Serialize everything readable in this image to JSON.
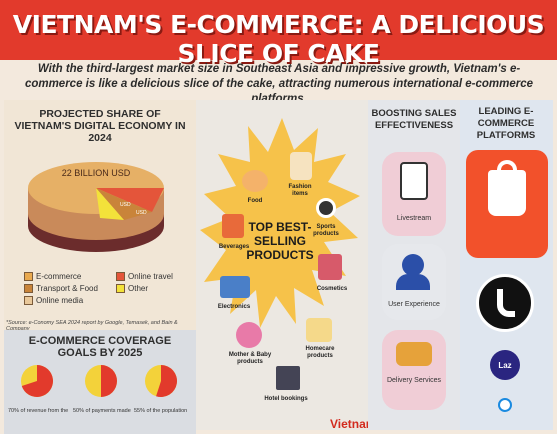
{
  "title": "VIETNAM'S E-COMMERCE: A DELICIOUS SLICE OF CAKE",
  "subtitle": "With the third-largest market size in Southeast Asia and impressive growth, Vietnam's e-commerce is like a delicious slice of the cake, attracting numerous international e-commerce platforms.",
  "projected": {
    "heading": "PROJECTED SHARE OF VIETNAM'S DIGITAL ECONOMY IN 2024",
    "total_label": "22 BILLION USD",
    "slice_labels": [
      "USD",
      "USD"
    ],
    "legend": [
      {
        "label": "E-commerce",
        "color": "#e9a94f"
      },
      {
        "label": "Transport & Food",
        "color": "#c9843a"
      },
      {
        "label": "Online media",
        "color": "#e9c89a"
      },
      {
        "label": "Online travel",
        "color": "#e4553a"
      },
      {
        "label": "Other",
        "color": "#f3e23a"
      }
    ],
    "source": "*Source: e-Conomy SEA 2024 report by Google, Temasek, and Bain & Company"
  },
  "goals": {
    "heading": "E-COMMERCE COVERAGE GOALS BY 2025",
    "items": [
      {
        "label": "70% of revenue from the",
        "percent": 70
      },
      {
        "label": "50% of payments made",
        "percent": 50
      },
      {
        "label": "55% of the population",
        "percent": 55
      }
    ]
  },
  "products": {
    "center_title": "TOP BEST-SELLING PRODUCTS",
    "items": [
      "Food",
      "Fashion items",
      "Sports products",
      "Beverages",
      "Cosmetics",
      "Electronics",
      "Homecare products",
      "Mother & Baby products",
      "Hotel bookings"
    ]
  },
  "boosting": {
    "heading": "BOOSTING SALES EFFECTIVENESS",
    "items": [
      "Livestream",
      "User Experience",
      "Delivery Services"
    ]
  },
  "platforms": {
    "heading": "LEADING E-COMMERCE PLATFORMS",
    "badge_laz": "Laz"
  },
  "brand": "Vietnam+",
  "colors": {
    "banner": "#e23a2c",
    "shopee": "#f2512b",
    "tiktok": "#111111",
    "lazada": "#2a2580"
  }
}
